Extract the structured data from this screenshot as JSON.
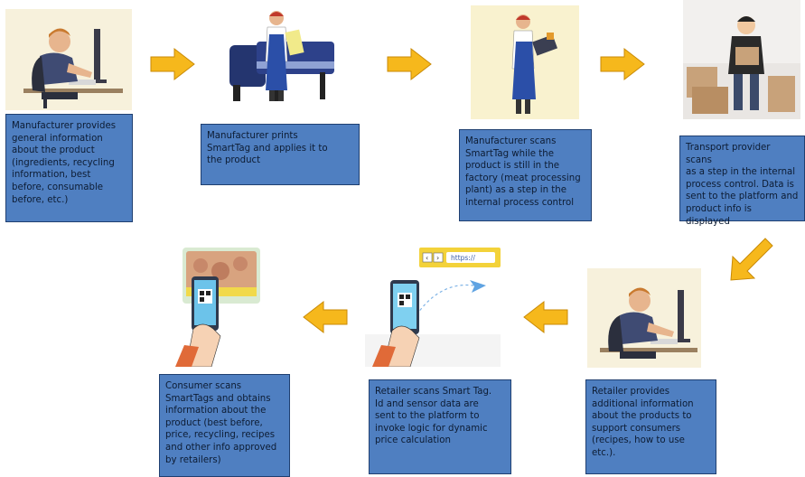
{
  "steps": [
    {
      "text": "Manufacturer provides\ngeneral information\nabout the product\n(ingredients, recycling\ninformation, best\nbefore, consumable\nbefore, etc.)"
    },
    {
      "text": "Manufacturer prints\nSmartTag and applies it to\nthe product"
    },
    {
      "text": "Manufacturer scans\nSmartTag while the\nproduct is still in the\nfactory (meat processing\nplant) as a step in the\ninternal process control"
    },
    {
      "text": "Transport provider scans\nas a step in the internal\nprocess control. Data is\nsent to the platform and\nproduct info is displayed"
    },
    {
      "text": "Retailer provides\nadditional information\nabout the products to\nsupport consumers\n(recipes, how to use\netc.)."
    },
    {
      "text": "Retailer scans Smart Tag.\nId and sensor data are\nsent to the platform to\ninvoke logic for dynamic\nprice calculation"
    },
    {
      "text": "Consumer scans\nSmartTags and obtains\ninformation about the\nproduct (best before,\nprice, recycling, recipes\nand other info approved\nby retailers)"
    }
  ],
  "browser_url": "https://",
  "colors": {
    "box_fill": "#4f7fc1",
    "box_border": "#1f3f70",
    "arrow_fill": "#f6b81c",
    "arrow_stroke": "#c98a06"
  }
}
